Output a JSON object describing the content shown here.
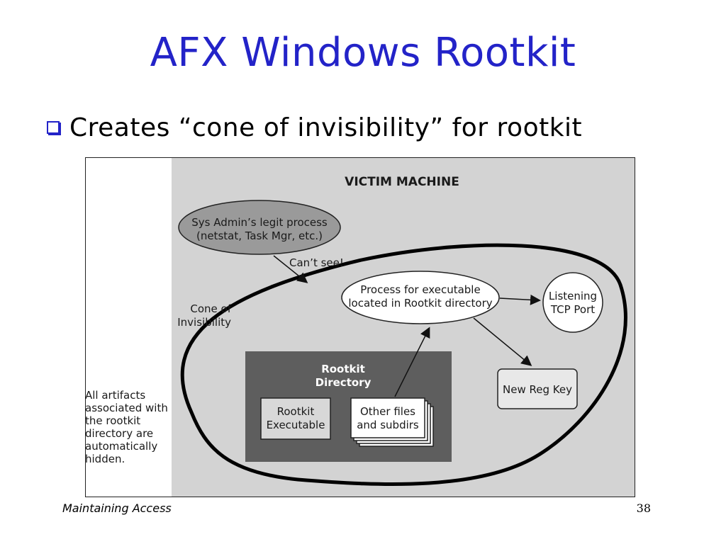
{
  "slide": {
    "title": "AFX Windows Rootkit",
    "bullet": "Creates “cone of invisibility” for rootkit",
    "footer_left": "Maintaining Access",
    "page_number": "38"
  },
  "diagram": {
    "header": "VICTIM MACHINE",
    "sysadmin_process": [
      "Sys Admin’s legit process",
      "(netstat, Task Mgr, etc.)"
    ],
    "cant_see": "Can’t see!",
    "cone_label": [
      "Cone of",
      "Invisibility"
    ],
    "side_note": [
      "All artifacts",
      "associated with",
      "the rootkit",
      "directory are",
      "automatically",
      "hidden."
    ],
    "process_node": [
      "Process for executable",
      "located in Rootkit directory"
    ],
    "tcp_port": [
      "Listening",
      "TCP Port"
    ],
    "reg_key": "New Reg Key",
    "rootkit_directory": [
      "Rootkit",
      "Directory"
    ],
    "rootkit_executable": [
      "Rootkit",
      "Executable"
    ],
    "other_files": [
      "Other files",
      "and subdirs"
    ]
  }
}
